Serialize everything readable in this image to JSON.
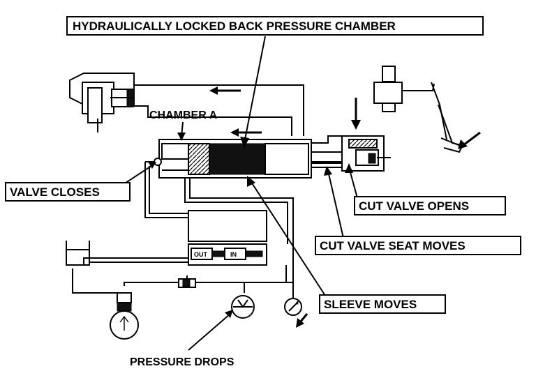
{
  "labels": {
    "top_callout": "HYDRAULICALLY LOCKED BACK PRESSURE CHAMBER",
    "chamber_a": "CHAMBER A",
    "valve_closes": "VALVE CLOSES",
    "cut_valve_opens": "CUT VALVE OPENS",
    "cut_valve_seat_moves": "CUT VALVE SEAT MOVES",
    "sleeve_moves": "SLEEVE MOVES",
    "pressure_drops": "PRESSURE DROPS",
    "port_out": "OUT",
    "port_in": "IN"
  },
  "colors": {
    "ink": "#000000",
    "paper": "#ffffff",
    "fill_dark": "#111111"
  }
}
